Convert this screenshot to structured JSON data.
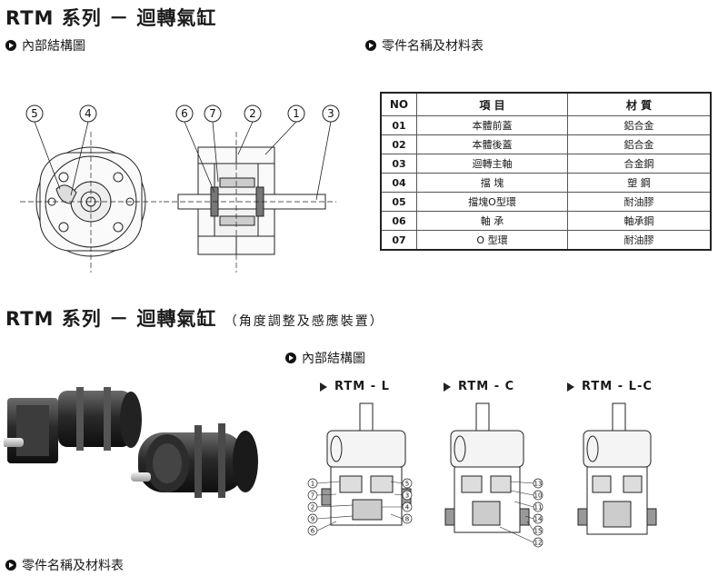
{
  "title_top": "RTM 系列 － 迴轉氣缸",
  "title_bottom": {
    "main": "RTM 系列 － 迴轉氣缸",
    "sub": "（角度調整及感應裝置）"
  },
  "sections": {
    "internal_top": "內部結構圖",
    "parts_top": "零件名稱及材料表",
    "internal_bottom": "內部結構圖",
    "parts_bottom": "零件名稱及材料表"
  },
  "parts_table": {
    "headers": [
      "NO",
      "項 目",
      "材 質"
    ],
    "rows": [
      [
        "01",
        "本體前蓋",
        "鋁合金"
      ],
      [
        "02",
        "本體後蓋",
        "鋁合金"
      ],
      [
        "03",
        "迴轉主軸",
        "合金鋼"
      ],
      [
        "04",
        "擋 塊",
        "塑 鋼"
      ],
      [
        "05",
        "擋塊O型環",
        "耐油膠"
      ],
      [
        "06",
        "軸 承",
        "軸承鋼"
      ],
      [
        "07",
        "O 型環",
        "耐油膠"
      ]
    ]
  },
  "diagram_top": {
    "left_callouts": [
      "5",
      "4"
    ],
    "right_callouts": [
      "6",
      "7",
      "2",
      "1",
      "3"
    ]
  },
  "variants": [
    "RTM - L",
    "RTM - C",
    "RTM - L-C"
  ],
  "callouts_L_left": [
    "1",
    "7",
    "2",
    "9",
    "6"
  ],
  "callouts_L_right": [
    "5",
    "3",
    "4",
    "8"
  ],
  "callouts_C": [
    "13",
    "10",
    "11",
    "14",
    "15",
    "12"
  ]
}
